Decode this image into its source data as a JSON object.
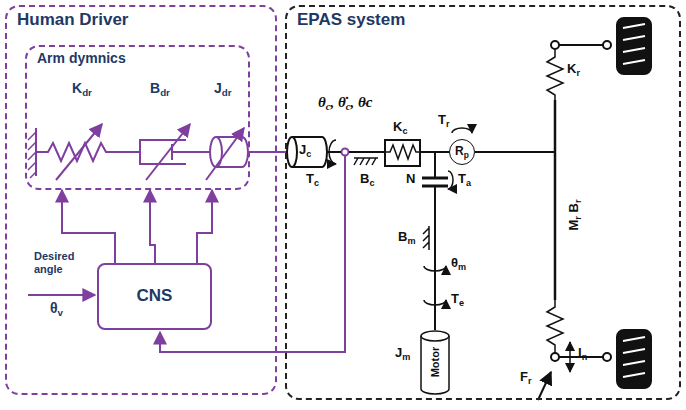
{
  "diagram": {
    "nodes": [
      {
        "text": [
          "Human Driver"
        ]
      },
      {
        "text": [
          "Arm dymnics"
        ],
        "in": 0
      },
      {
        "text": [
          "CNS"
        ],
        "in": 0
      },
      {
        "text": [
          "EPAS system"
        ]
      },
      {
        "text": [
          "Rp"
        ],
        "in": 3
      },
      {
        "text": [
          "Motor"
        ],
        "in": 3
      }
    ],
    "edges": [
      {
        "from": 2,
        "to": 1,
        "arrow": "to"
      },
      {
        "from": 2,
        "to": 1,
        "arrow": "to"
      },
      {
        "from": 2,
        "to": 1,
        "arrow": "to"
      }
    ],
    "labels": [
      "Kdr",
      "Bdr",
      "Jdr",
      "Desired angle",
      "θv",
      "Jc",
      "θc, θ̇c, θ̈c",
      "Tc",
      "Bc",
      "Kc",
      "Tr",
      "Ta",
      "N",
      "Bm",
      "θm",
      "Te",
      "Jm",
      "Kr",
      "Mr Br",
      "In",
      "Fr"
    ]
  }
}
